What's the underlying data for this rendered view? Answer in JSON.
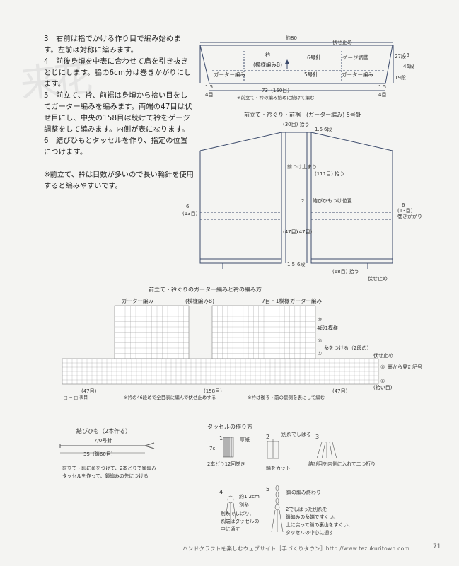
{
  "instructions": [
    "3　右前は指でかける作り目で編み始めます。左前は対称に編みます。",
    "4　前後身頃を中表に合わせて肩を引き抜きとじにします。脇の6cm分は巻きかがりにします。",
    "5　前立て、衿、前裾は身頃から拾い目をしてガーター編みを編みます。両端の47目は伏せ目にし、中央の158目は続けて衿をゲージ調整をして編みます。内側が表になります。",
    "6　結びひもとタッセルを作り、指定の位置につけます。"
  ],
  "note": "※前立て、衿は目数が多いので長い輪針を使用すると編みやすいです。",
  "diagram1": {
    "top_width": "約80",
    "bind_off": "伏せ止め",
    "collar": "衿",
    "pattern_b": "(模様編みB)",
    "needle6": "6号針",
    "gauge_adjust": "ゲージ調整",
    "garter_left": "ガーター編み",
    "garter_right": "ガーター編み",
    "needle5": "5号針",
    "h15": "15",
    "h27": "27段",
    "h46": "46段",
    "h19": "19段",
    "left_15": "1.5",
    "left_4": "4目",
    "right_15": "1.5",
    "right_4": "4目",
    "bottom_width": "73（150目）",
    "bottom_note": "※前立て・衿の編み始めに続けて編む"
  },
  "diagram2": {
    "title": "前立て・衿ぐり・前裾　(ガーター編み) 5号針",
    "top_pick": "(30目) 拾う",
    "top_15": "1.5",
    "top_6": "6段",
    "front_stop": "前つけ止まり",
    "pick111": "(111目) 拾う",
    "tie_2": "2",
    "tie_pos": "結びひもつけ位置",
    "left_6": "6",
    "left_13": "(13目)",
    "right_6": "6",
    "right_13": "(13目)",
    "whip": "巻きかがり",
    "mid47a": "(47目)",
    "mid47b": "(47目)",
    "bottom_15": "1.5",
    "bottom_6": "6段",
    "pick68": "(68目) 拾う",
    "bind_off": "伏せ止め"
  },
  "diagram3": {
    "title": "前立て・衿ぐりのガーター編みと衿の編み方",
    "garter_a": "ガーター編み",
    "pattern_b": "(模様編みB)",
    "rep": "7目・1模様",
    "garter_b": "ガーター編み",
    "row10": "⑩",
    "pattern_rows": "4段1模様",
    "row5": "⑤",
    "attach": "糸をつける（2段め）",
    "row1": "①",
    "bind_off": "伏せ止め",
    "row5b": "⑤",
    "reverse": "裏から見た記号",
    "row1b": "①",
    "pickup": "(拾い目)",
    "c47a": "(47目)",
    "c158": "(158目)",
    "c47b": "(47目)",
    "legend": "□ = □ 表目",
    "note1": "※衿の46段めで全目表に編んで伏せ止めする",
    "note2": "※衿は後ろ・前の裏側を表にして編む"
  },
  "cord": {
    "title": "結びひも（2本作る）",
    "needle": "7/0号針",
    "length": "35（鎖60目）",
    "note1": "前立て・印に糸をつけて、2本どりで鎖編み",
    "note2": "タッセルを作って、鎖編みの先につける"
  },
  "tassel": {
    "title": "タッセルの作り方",
    "s1": "1",
    "cardboard": "厚紙",
    "h7": "7c",
    "wind": "2本どり12回巻き",
    "s2": "2",
    "separate": "別糸でしばる",
    "cut": "輪をカット",
    "s3": "3",
    "fold": "結び目を内側に入れて二つ折り",
    "s4": "4",
    "approx": "約1.2cm",
    "other_yarn": "別糸",
    "tie_note1": "別糸でしばり、",
    "tie_note2": "糸端はタッセルの",
    "tie_note3": "中に通す",
    "s5": "5",
    "chain_end": "鎖の編み終わり",
    "s5_1": "2でしばった別糸を",
    "s5_2": "鎖編みの糸端ですくい、",
    "s5_3": "上に戻って鎖の裏山をすくい、",
    "s5_4": "タッセルの中心に通す"
  },
  "footer": "ハンドクラフトを楽しむウェブサイト［手づくりタウン］http://www.tezukuritown.com",
  "page_number": "71",
  "watermark": "来花"
}
